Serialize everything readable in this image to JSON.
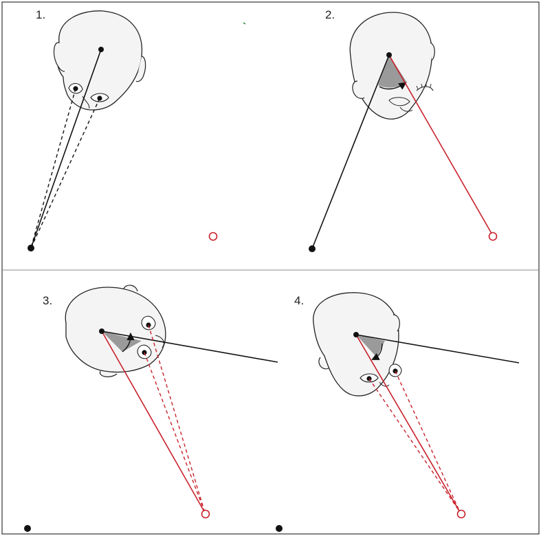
{
  "panels": [
    {
      "number": "1."
    },
    {
      "number": "2."
    },
    {
      "number": "3."
    },
    {
      "number": "4."
    }
  ],
  "colors": {
    "black_line": "#111111",
    "red_line": "#c8202a",
    "face_fill": "#f4f4f4",
    "wedge_fill": "#9a9a9a",
    "divider": "#888888"
  },
  "icons": {
    "observer_point": "filled-dot",
    "gaze_target": "hollow-red-circle",
    "rotation_arrow": "curved-arrow"
  }
}
